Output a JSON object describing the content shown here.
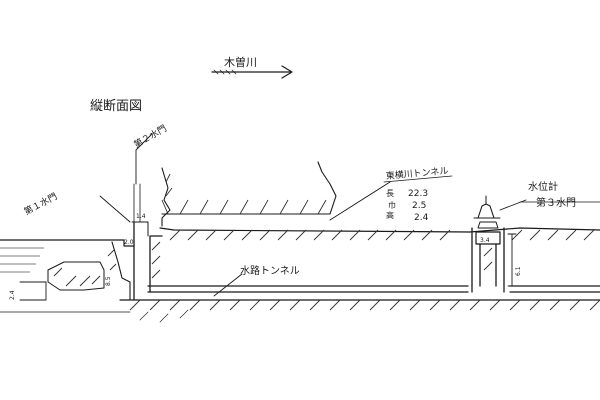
{
  "direction": {
    "river": "木曽川"
  },
  "title": "縦断面図",
  "gates": {
    "gate1": "第１水門",
    "gate2": "第２水門",
    "gate3": "第３水門"
  },
  "tunnels": {
    "waterway": "水路トンネル",
    "east_bypass": {
      "label": "東横川トンネル",
      "length_label": "長",
      "length_value": "22.3",
      "width_label": "巾",
      "width_value": "2.5",
      "height_label": "高",
      "height_value": "2.4"
    }
  },
  "water_gauge": "水位計",
  "dimensions": {
    "gate2_head": "1.4",
    "gate2_top": "2.0",
    "gate1_side": "2.4",
    "gate1_depth": "8.5",
    "right_box": "3.4",
    "right_depth": "6.1"
  },
  "colors": {
    "ink": "#1a1a1a",
    "paper": "#ffffff"
  }
}
